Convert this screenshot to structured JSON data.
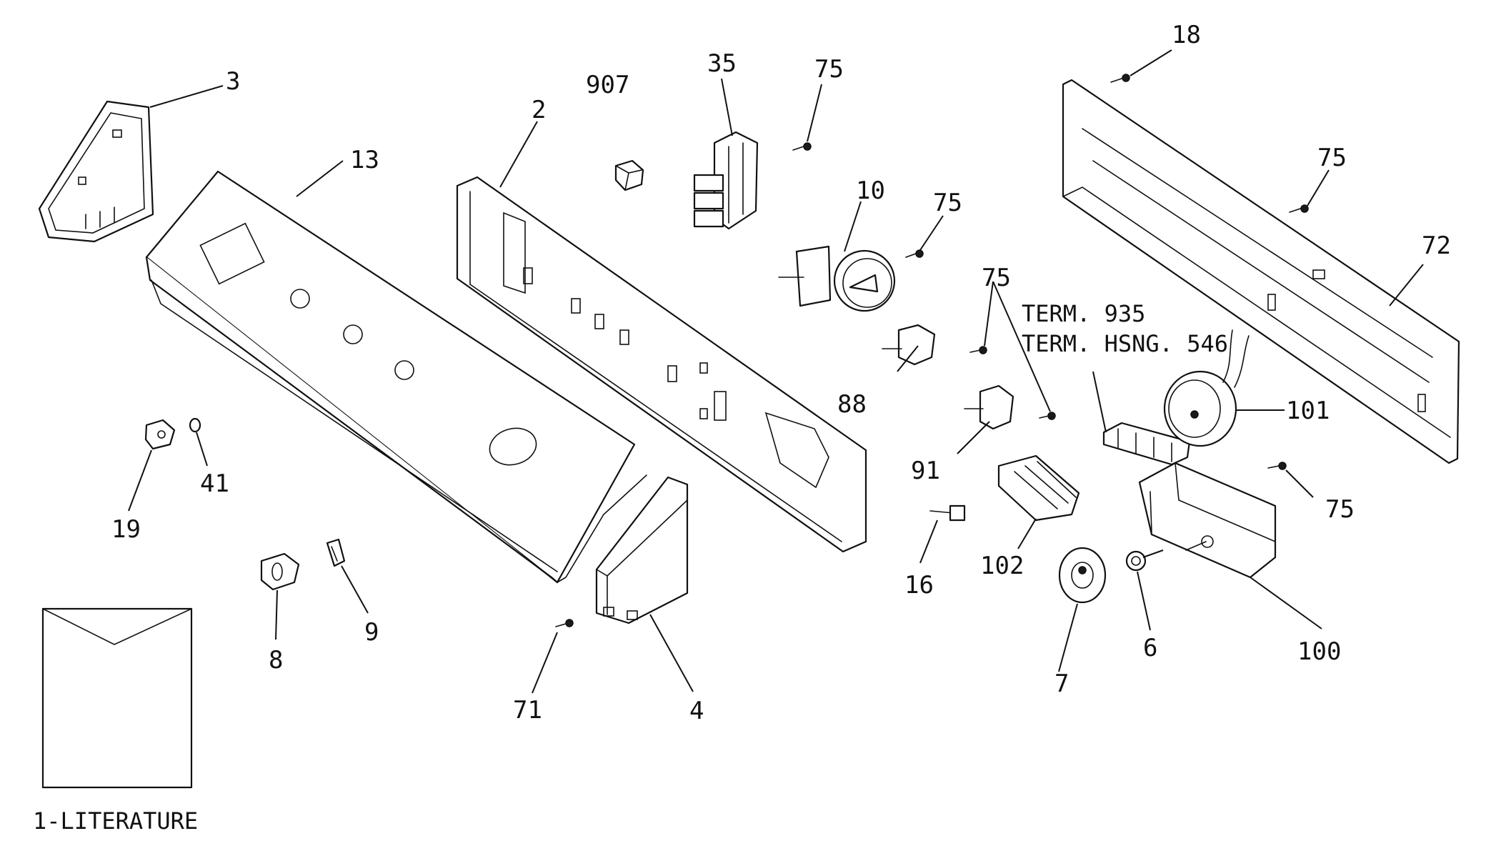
{
  "callouts": {
    "c3": "3",
    "c13": "13",
    "c2": "2",
    "c907": "907",
    "c35": "35",
    "c75a": "75",
    "c10": "10",
    "c75b": "75",
    "c18": "18",
    "c75c": "75",
    "c72": "72",
    "c75d": "75",
    "c88": "88",
    "c91": "91",
    "c101": "101",
    "c75e": "75",
    "c102": "102",
    "c16": "16",
    "c100": "100",
    "c7": "7",
    "c6": "6",
    "c19": "19",
    "c41": "41",
    "c8": "8",
    "c9": "9",
    "c71": "71",
    "c4": "4"
  },
  "labels": {
    "term": "TERM. 935",
    "term_housing": "TERM. HSNG. 546",
    "literature": "1-LITERATURE"
  }
}
